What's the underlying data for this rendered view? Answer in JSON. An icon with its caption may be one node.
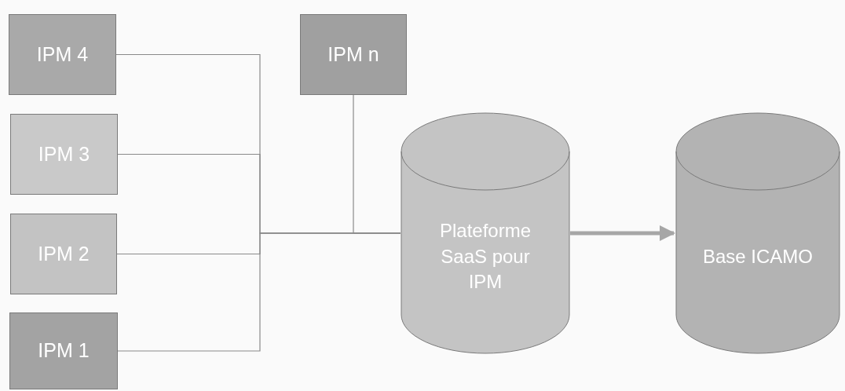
{
  "diagram": {
    "nodes": [
      {
        "text": [
          "IPM 4"
        ]
      },
      {
        "text": [
          "IPM 3"
        ]
      },
      {
        "text": [
          "IPM 2"
        ]
      },
      {
        "text": [
          "IPM 1"
        ]
      },
      {
        "text": [
          "IPM n"
        ]
      },
      {
        "text": [
          "Plateforme SaaS pour IPM"
        ]
      },
      {
        "text": [
          "Base ICAMO"
        ]
      }
    ],
    "edges": [
      {
        "from": 0,
        "to": 5,
        "arrow": "none"
      },
      {
        "from": 1,
        "to": 5,
        "arrow": "none"
      },
      {
        "from": 2,
        "to": 5,
        "arrow": "none"
      },
      {
        "from": 3,
        "to": 5,
        "arrow": "none"
      },
      {
        "from": 4,
        "to": 5,
        "arrow": "none"
      },
      {
        "from": 5,
        "to": 6,
        "arrow": "to",
        "style": "thick",
        "color": "#a6a6a6"
      }
    ]
  }
}
